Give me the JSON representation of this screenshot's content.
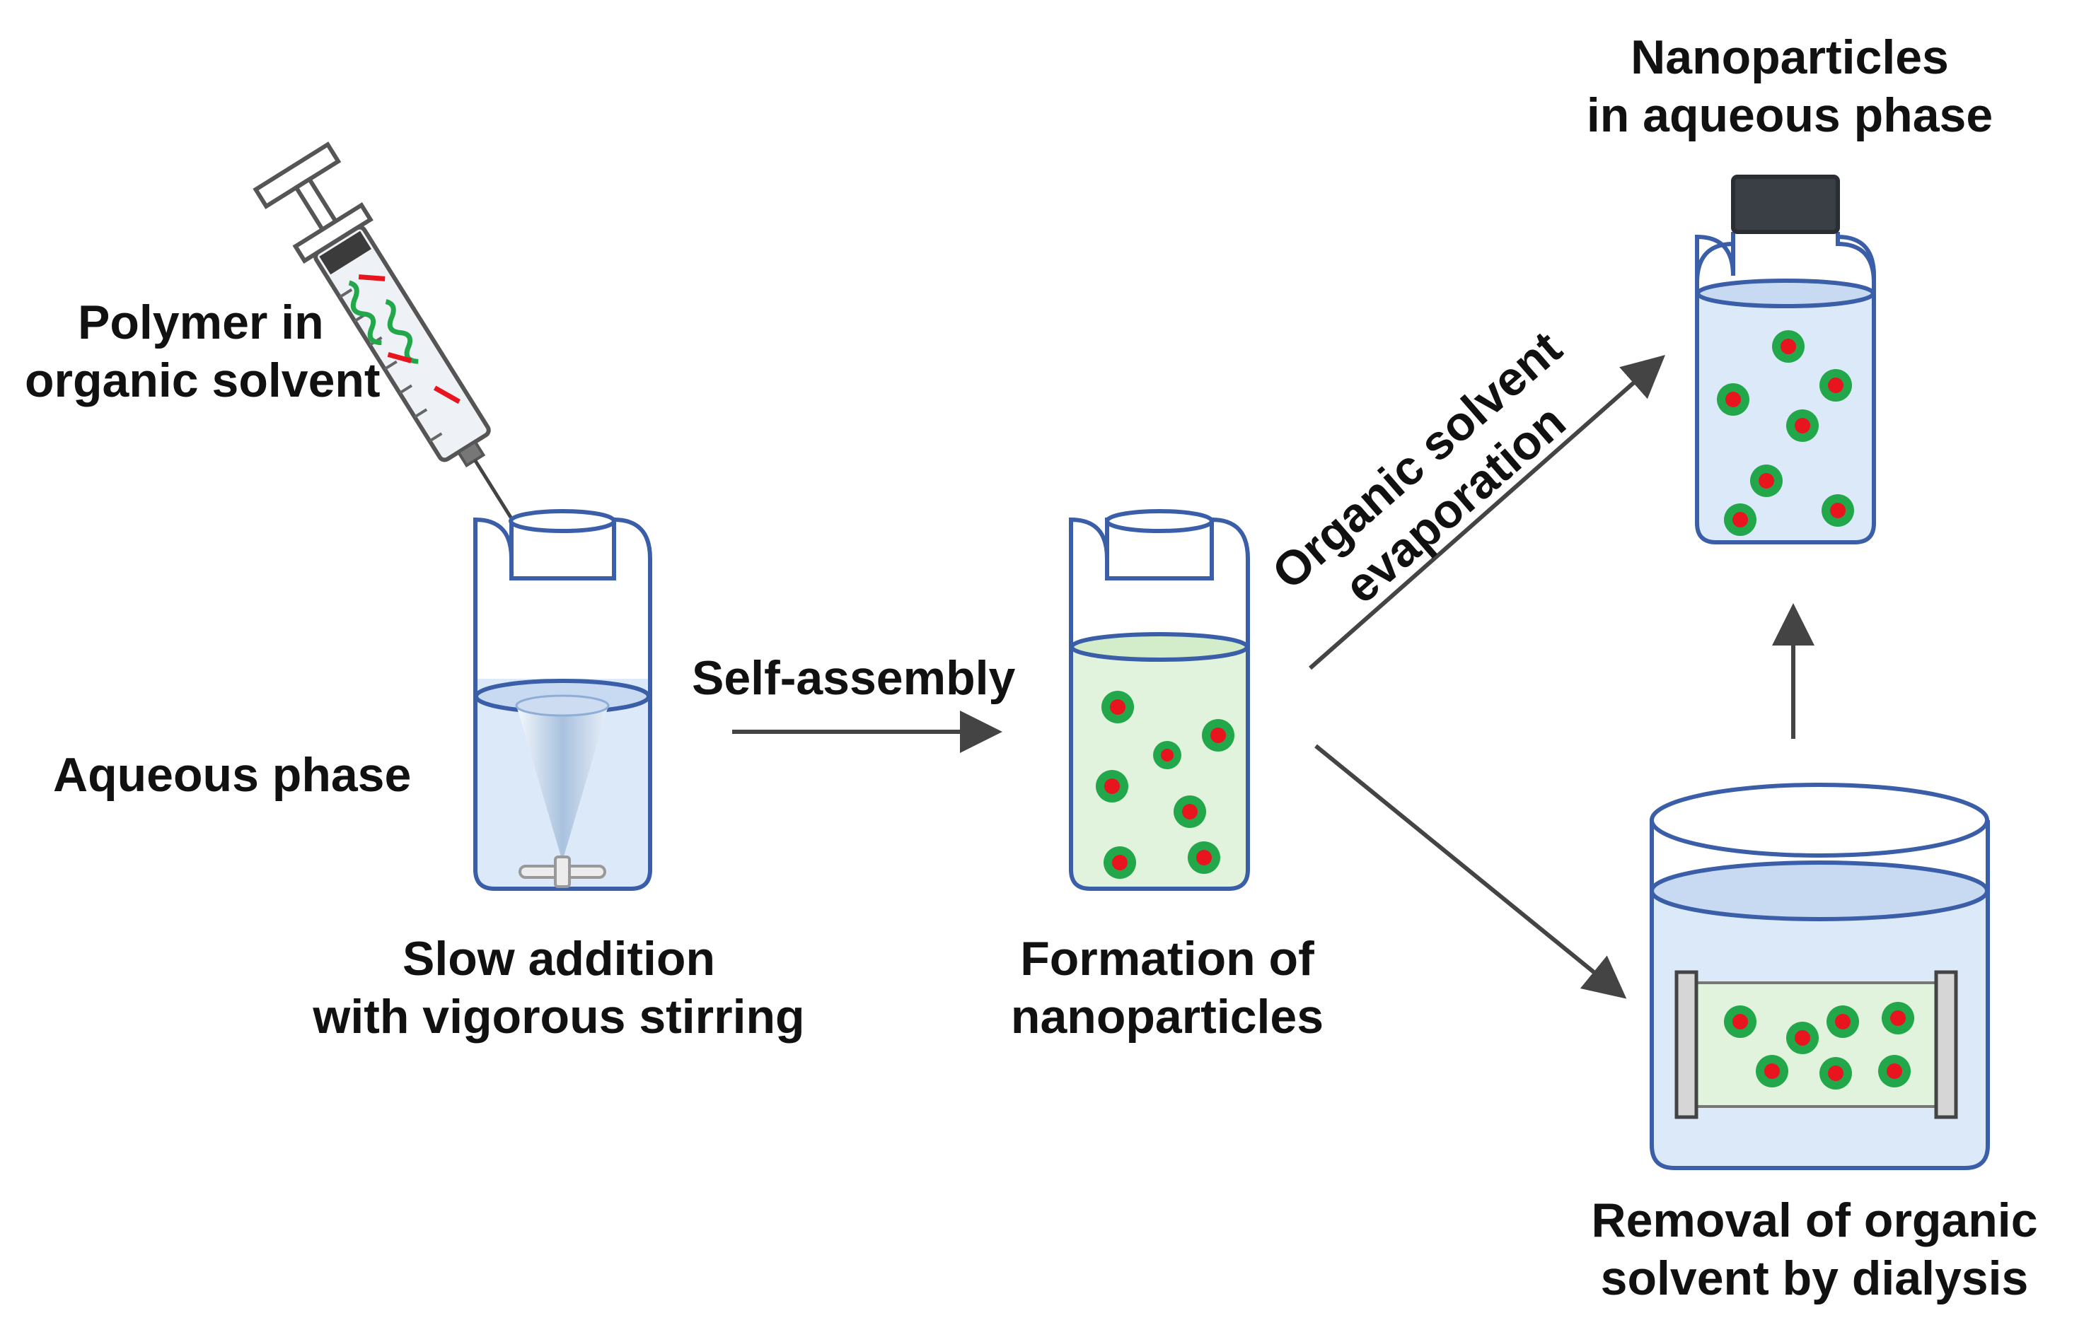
{
  "labels": {
    "polymer": [
      "Polymer in",
      "organic solvent"
    ],
    "aqueous": "Aqueous phase",
    "slow_addition": [
      "Slow addition",
      "with vigorous stirring"
    ],
    "self_assembly": "Self-assembly",
    "formation": [
      "Formation of",
      "nanoparticles"
    ],
    "evaporation": [
      "Organic solvent",
      "evaporation"
    ],
    "nanoparticles_aqueous": [
      "Nanoparticles",
      "in aqueous phase"
    ],
    "dialysis": [
      "Removal of organic",
      "solvent by dialysis"
    ]
  },
  "colors": {
    "outline": "#3b5ea8",
    "water": "#dbe9f8",
    "organic_mix": "#e1f3dc",
    "particle_shell": "#22a84a",
    "particle_core": "#e8141e",
    "polymer_chain": "#22a84a",
    "polymer_hydrophobic": "#e8141e",
    "arrow": "#444444",
    "cap": "#3a3f45",
    "text": "#111111"
  }
}
